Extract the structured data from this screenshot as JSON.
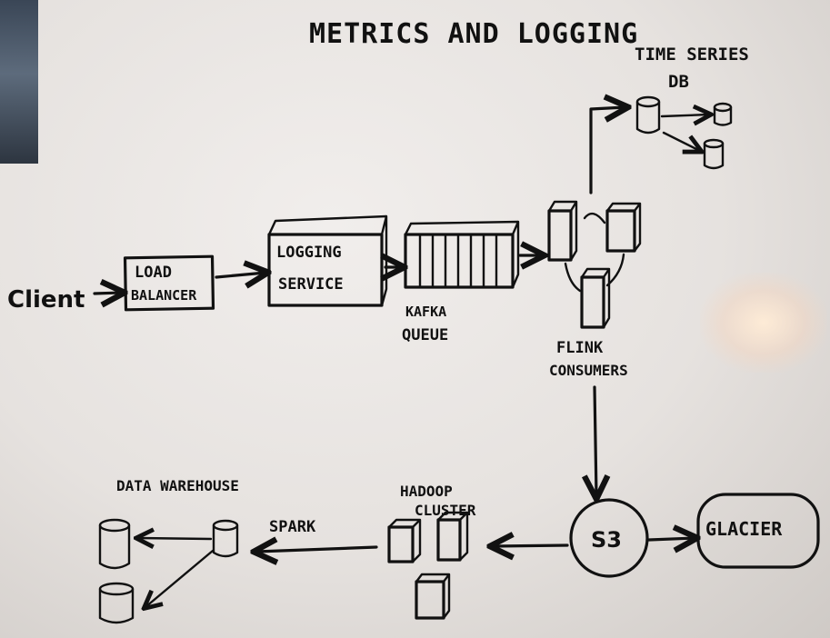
{
  "title": "METRICS AND LOGGING",
  "nodes": {
    "client": "Client",
    "load_balancer": [
      "LOAD",
      "BALANCER"
    ],
    "logging_service": [
      "LOGGING",
      "SERVICE"
    ],
    "kafka_queue": [
      "KAFKA",
      "QUEUE"
    ],
    "flink_consumers": [
      "FLINK",
      "CONSUMERS"
    ],
    "time_series_db": [
      "TIME SERIES",
      "DB"
    ],
    "s3": "S3",
    "glacier": "GLACIER",
    "hadoop_cluster": [
      "HADOOP",
      "CLUSTER"
    ],
    "spark": "SPARK",
    "data_warehouse": "DATA WAREHOUSE"
  },
  "colors": {
    "ink": "#111111",
    "board": "#e9e5e2"
  }
}
